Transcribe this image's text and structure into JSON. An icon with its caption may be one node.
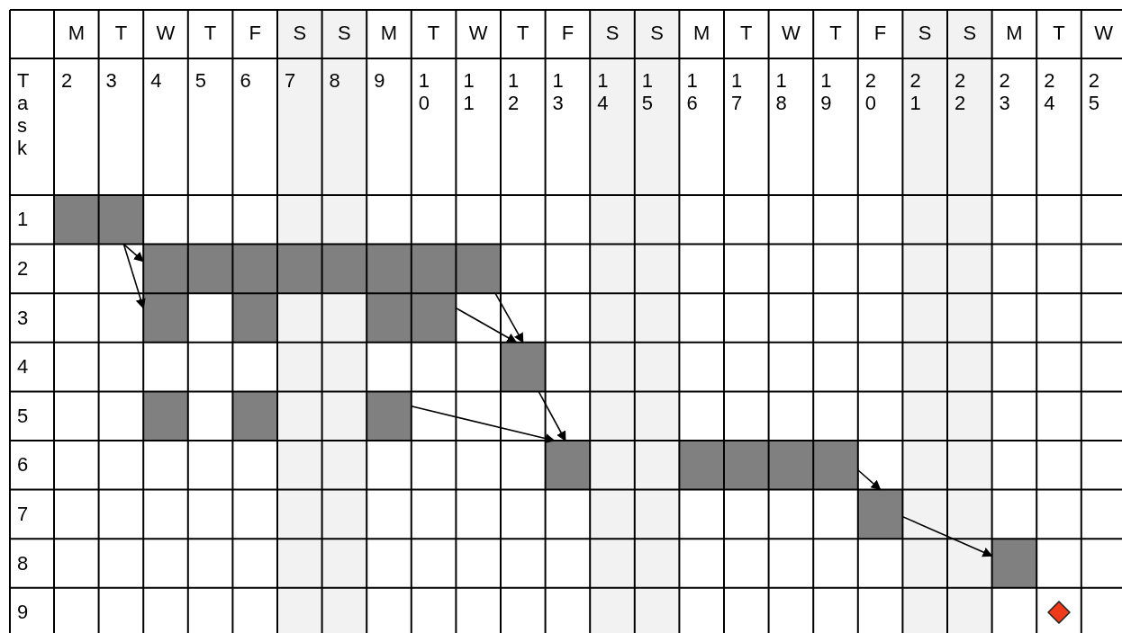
{
  "diagram": {
    "nodes": [
      {
        "text": [],
        "shape": "bar"
      },
      {
        "text": [],
        "shape": "bar"
      },
      {
        "text": [],
        "shape": "bar"
      },
      {
        "text": [],
        "shape": "bar"
      },
      {
        "text": [],
        "shape": "bar"
      },
      {
        "text": [],
        "shape": "bar"
      },
      {
        "text": [],
        "shape": "bar"
      },
      {
        "text": [],
        "shape": "bar"
      },
      {
        "text": [],
        "shape": "bar"
      },
      {
        "text": [],
        "shape": "bar"
      },
      {
        "text": [],
        "shape": "bar"
      },
      {
        "text": [],
        "shape": "bar"
      },
      {
        "text": [],
        "shape": "bar"
      },
      {
        "text": [],
        "shape": "diamond"
      }
    ],
    "edges": [
      {
        "from": 0,
        "to": 1,
        "arrow": "to"
      },
      {
        "from": 0,
        "to": 2,
        "arrow": "to"
      },
      {
        "from": 1,
        "to": 5,
        "arrow": "to"
      },
      {
        "from": 4,
        "to": 5,
        "arrow": "to"
      },
      {
        "from": 5,
        "to": 9,
        "arrow": "to"
      },
      {
        "from": 8,
        "to": 9,
        "arrow": "to"
      },
      {
        "from": 10,
        "to": 11,
        "arrow": "to"
      },
      {
        "from": 11,
        "to": 12,
        "arrow": "to"
      }
    ],
    "labels": [
      "M",
      "T",
      "W",
      "T",
      "F",
      "S",
      "S",
      "M",
      "T",
      "W",
      "T",
      "F",
      "S",
      "S",
      "M",
      "T",
      "W",
      "T",
      "F",
      "S",
      "S",
      "M",
      "T",
      "W",
      "Task",
      "2",
      "3",
      "4",
      "5",
      "6",
      "7",
      "8",
      "9",
      "10",
      "11",
      "12",
      "13",
      "14",
      "15",
      "16",
      "17",
      "18",
      "19",
      "20",
      "21",
      "22",
      "23",
      "24",
      "25",
      "1",
      "2",
      "3",
      "4",
      "5",
      "6",
      "7",
      "8",
      "9"
    ]
  }
}
